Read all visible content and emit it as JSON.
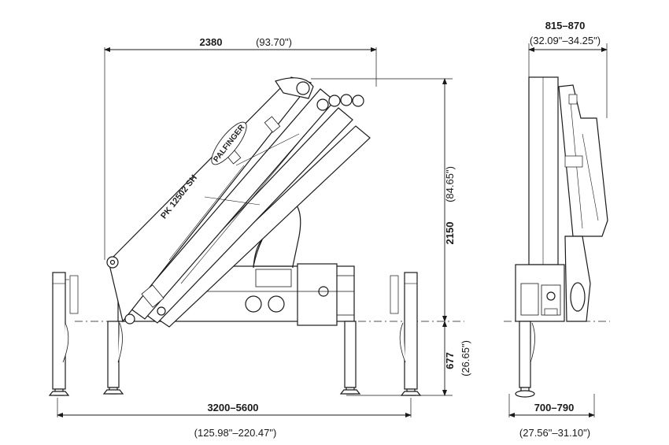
{
  "front_view": {
    "boom_width": {
      "mm": "2380",
      "inch": "(93.70\")"
    },
    "height": {
      "mm": "2150",
      "inch": "(84.65\")"
    },
    "stabilizer_depth": {
      "mm": "677",
      "inch": "(26.65\")"
    },
    "stabilizer_span": {
      "mm": "3200–5600",
      "inch": "(125.98\"–220.47\")"
    },
    "boom_text": {
      "model": "PK 12502 SH",
      "brand": "PALFINGER"
    }
  },
  "side_view": {
    "top_width": {
      "mm": "815–870",
      "inch": "(32.09\"–34.25\")"
    },
    "base_width": {
      "mm": "700–790",
      "inch": "(27.56\"–31.10\")"
    }
  },
  "colors": {
    "line": "#1a1a1a",
    "background": "#ffffff"
  }
}
